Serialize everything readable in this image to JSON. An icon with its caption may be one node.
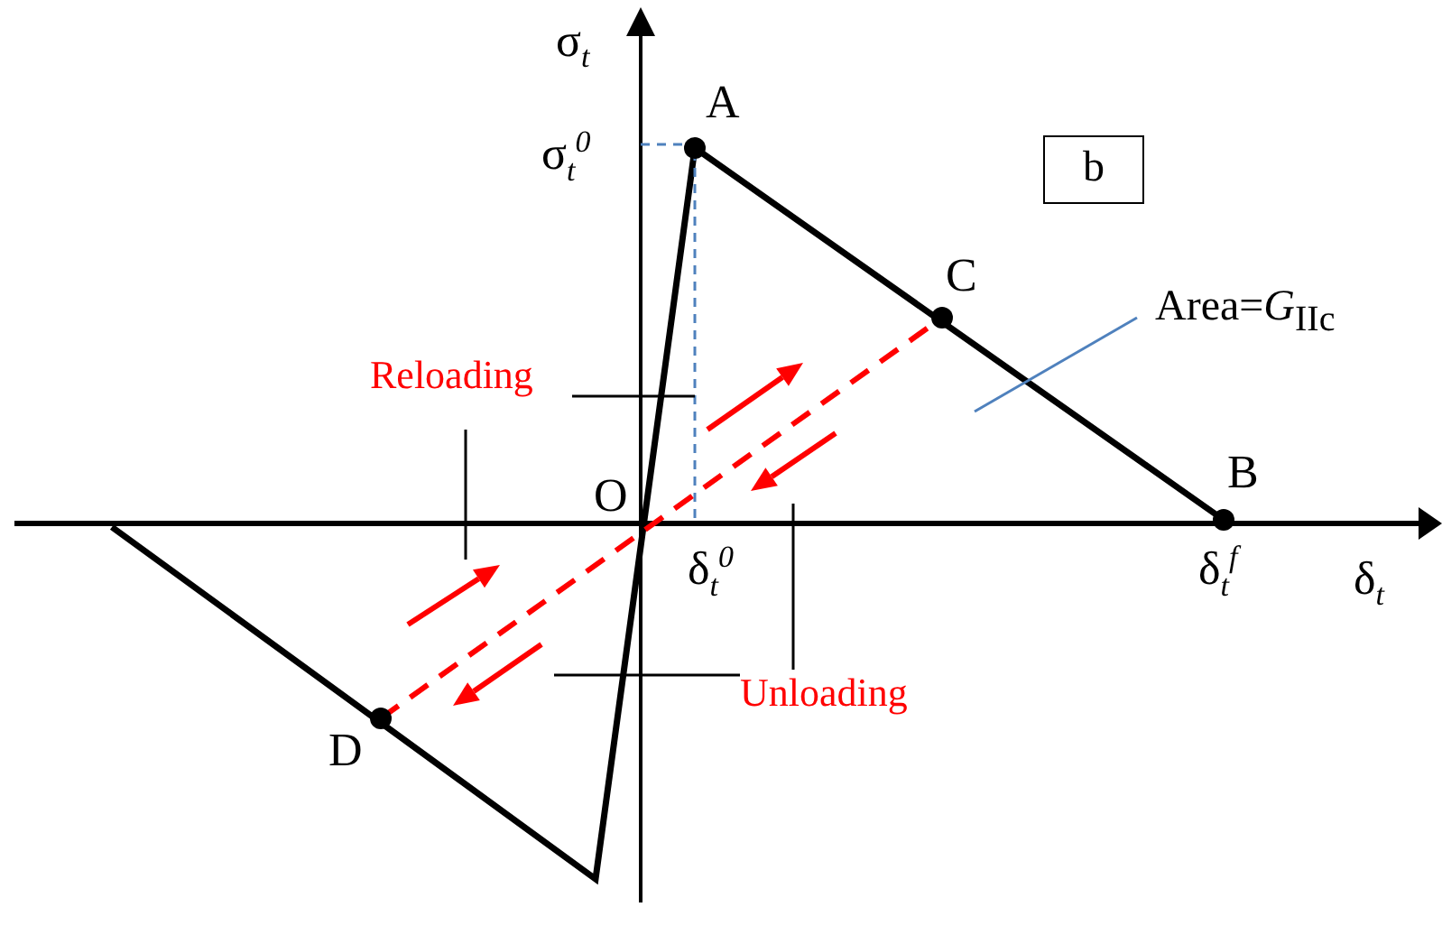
{
  "diagram": {
    "nodes": [
      {
        "text": [
          "b"
        ]
      },
      {
        "text": [
          "Area=*G*$_{IIc}$"
        ]
      },
      {
        "text": [
          "Reloading"
        ]
      },
      {
        "text": [
          "Unloading"
        ]
      },
      {
        "text": [],
        "shape": "arrow"
      },
      {
        "text": [],
        "shape": "arrow"
      },
      {
        "text": [],
        "shape": "arrow"
      },
      {
        "text": [],
        "shape": "arrow"
      }
    ],
    "edges": [
      {
        "from": 1,
        "to": null,
        "arrow": "none",
        "color": "#4f81bd"
      },
      {
        "from": 2,
        "to": 6,
        "arrow": "none"
      },
      {
        "from": 3,
        "to": 5,
        "arrow": "none"
      },
      {
        "from": 3,
        "to": 7,
        "arrow": "none"
      }
    ],
    "labels": [
      "σ$_{t}$",
      "A",
      "σ$_{t}$$^{0}$",
      "C",
      "O",
      "B",
      "δ$_{t}$$^{0}$",
      "δ$_{t}$$^{f}$",
      "δ$_{t}$",
      "D"
    ]
  }
}
